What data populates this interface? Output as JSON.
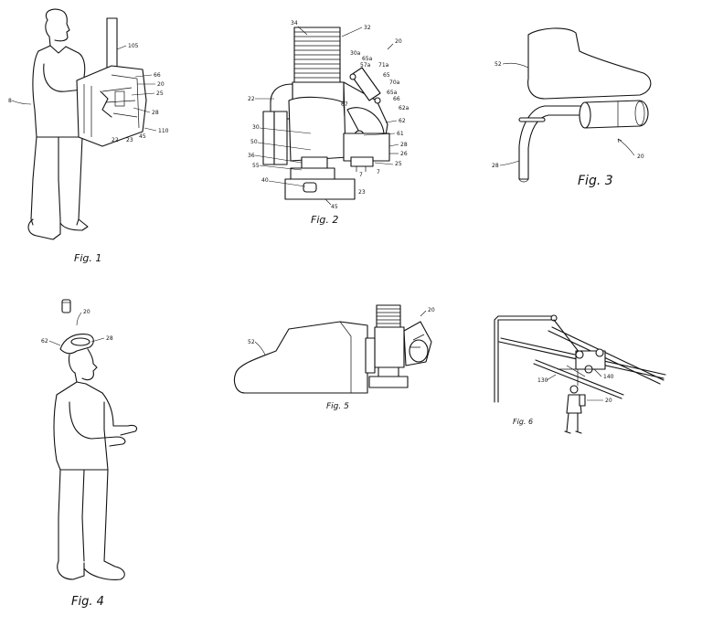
{
  "figures": {
    "fig1": {
      "caption": "Fig. 1",
      "refs": {
        "r8": "8",
        "r105": "105",
        "r66": "66",
        "r20": "20",
        "r25": "25",
        "r28": "28",
        "r22": "22",
        "r23": "23",
        "r45": "45",
        "r110": "110"
      }
    },
    "fig2": {
      "caption": "Fig. 2",
      "refs": {
        "r34": "34",
        "r32": "32",
        "r20": "20",
        "r30a": "30a",
        "r65a": "65a",
        "r57a": "57a",
        "r71a": "71a",
        "r65": "65",
        "r70a": "70a",
        "r22": "22",
        "r67": "67",
        "r65a2": "65a",
        "r66": "66",
        "r62a": "62a",
        "r62": "62",
        "r30": "30",
        "r61": "61",
        "r50": "50",
        "r28": "28",
        "r36": "36",
        "r26": "26",
        "r55": "55",
        "r7a": "7",
        "r7b": "7",
        "r25": "25",
        "r40": "40",
        "r23": "23",
        "r45": "45"
      }
    },
    "fig3": {
      "caption": "Fig. 3",
      "refs": {
        "r52": "52",
        "r28": "28",
        "r20": "20"
      }
    },
    "fig4": {
      "caption": "Fig. 4",
      "refs": {
        "r20": "20",
        "r62": "62",
        "r28": "28"
      }
    },
    "fig5": {
      "caption": "Fig. 5",
      "refs": {
        "r52": "52",
        "r20": "20"
      }
    },
    "fig6": {
      "caption": "Fig. 6",
      "refs": {
        "r130": "130",
        "r140": "140",
        "r20": "20"
      }
    }
  }
}
